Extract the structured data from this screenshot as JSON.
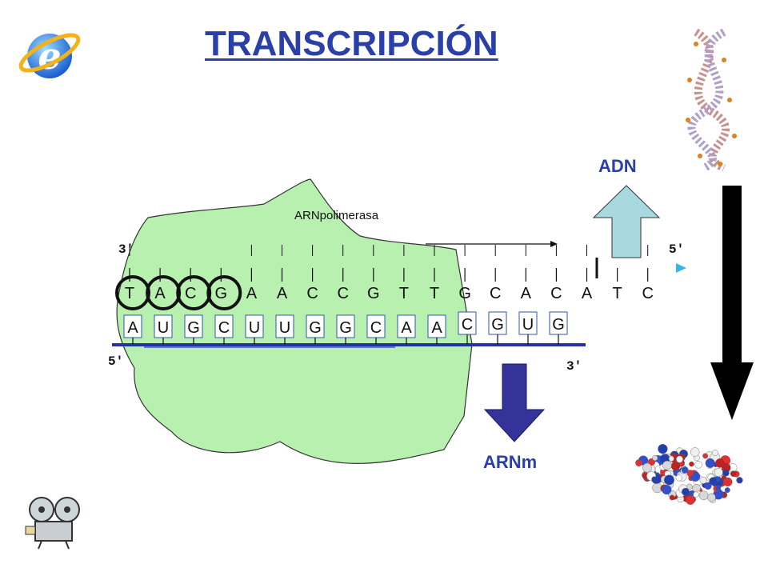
{
  "title": "TRANSCRIPCIÓN",
  "labels": {
    "enzyme": "ARNpolimerasa",
    "adn": "ADN",
    "arnm": "ARNm",
    "dna_3prime": "3'",
    "dna_5prime": "5'",
    "rna_5prime": "5'",
    "rna_3prime": "3'"
  },
  "dna_bases": [
    "T",
    "A",
    "C",
    "G",
    "A",
    "A",
    "C",
    "C",
    "G",
    "T",
    "T",
    "G",
    "C",
    "A",
    "C",
    "A",
    "T",
    "C"
  ],
  "circled_count": 4,
  "rna_bases": [
    "A",
    "U",
    "G",
    "C",
    "U",
    "U",
    "G",
    "G",
    "C",
    "A",
    "A",
    "C",
    "G",
    "U",
    "G"
  ],
  "colors": {
    "title": "#2a3fa8",
    "enzyme_fill": "#b8f0b0",
    "dna_strand": "#1e8fd0",
    "rna_strand": "#2233aa",
    "adn_arrow": "#a8d8e0",
    "arnm_arrow": "#33339a"
  },
  "icons": [
    "internet-explorer-icon",
    "dna-helix-icon",
    "protein-icon",
    "film-projector-icon"
  ]
}
